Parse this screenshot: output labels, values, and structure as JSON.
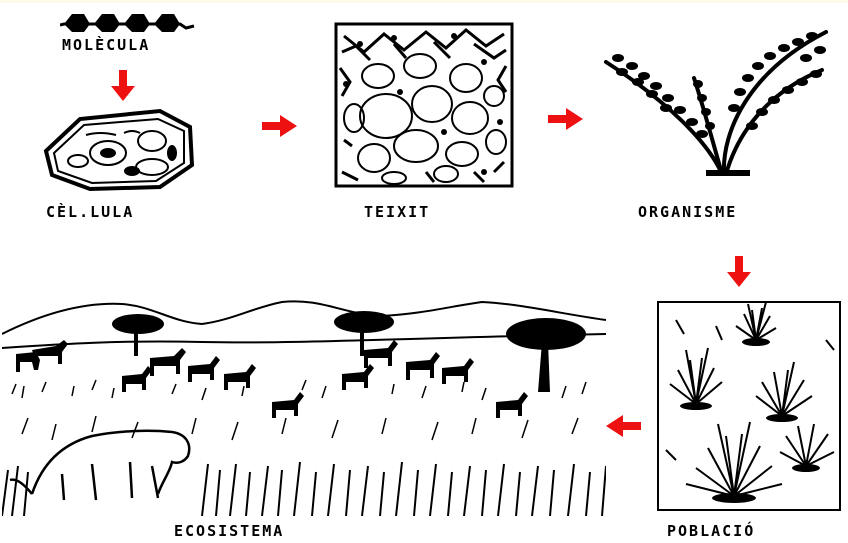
{
  "diagram": {
    "labels": {
      "molecule": "MOLÈCULA",
      "cell": "CÈL.LULA",
      "tissue": "TEIXIT",
      "organism": "ORGANISME",
      "population": "POBLACIÓ",
      "ecosystem": "ECOSISTEMA"
    },
    "arrow_color": "#ee1111",
    "ink_color": "#000000",
    "background": "#ffffff"
  }
}
